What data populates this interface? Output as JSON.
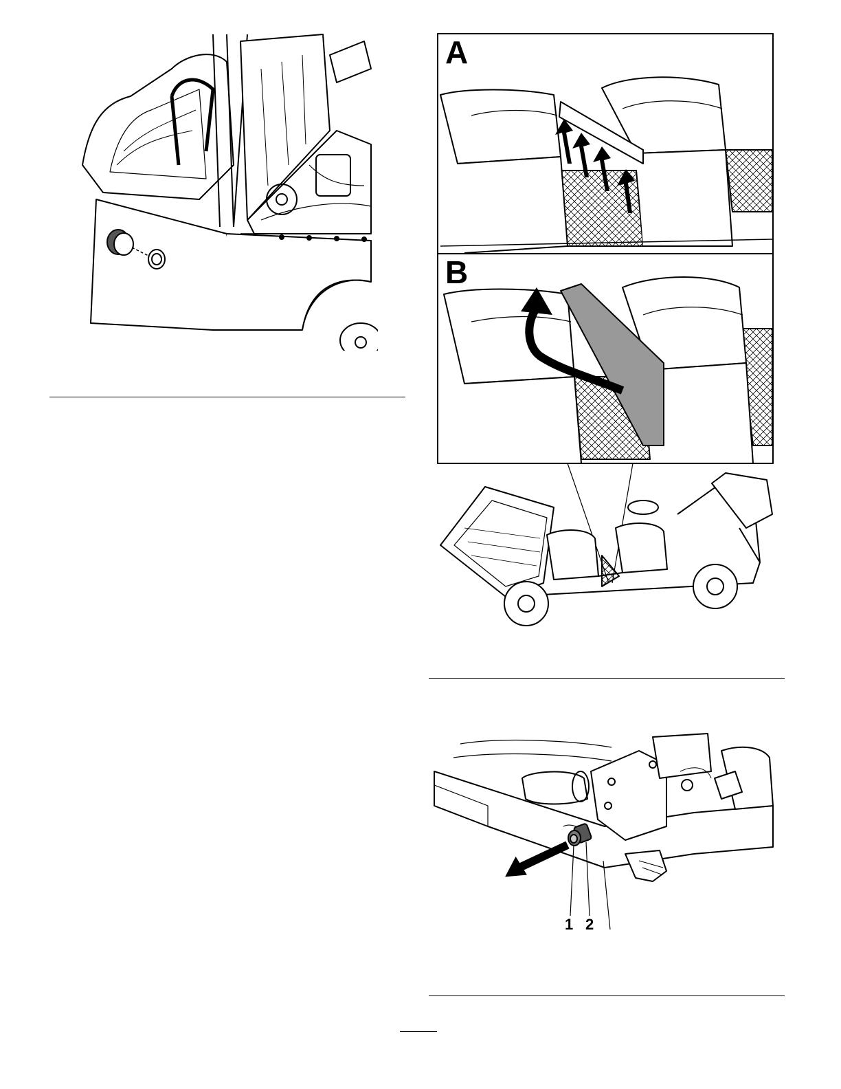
{
  "figure_left": {
    "subject": "seat-back-and-filler-cap-illustration"
  },
  "figure_right_top": {
    "panels": [
      {
        "letter": "A"
      },
      {
        "letter": "B"
      }
    ]
  },
  "figure_right_bottom": {
    "callouts": [
      "1",
      "2"
    ]
  }
}
